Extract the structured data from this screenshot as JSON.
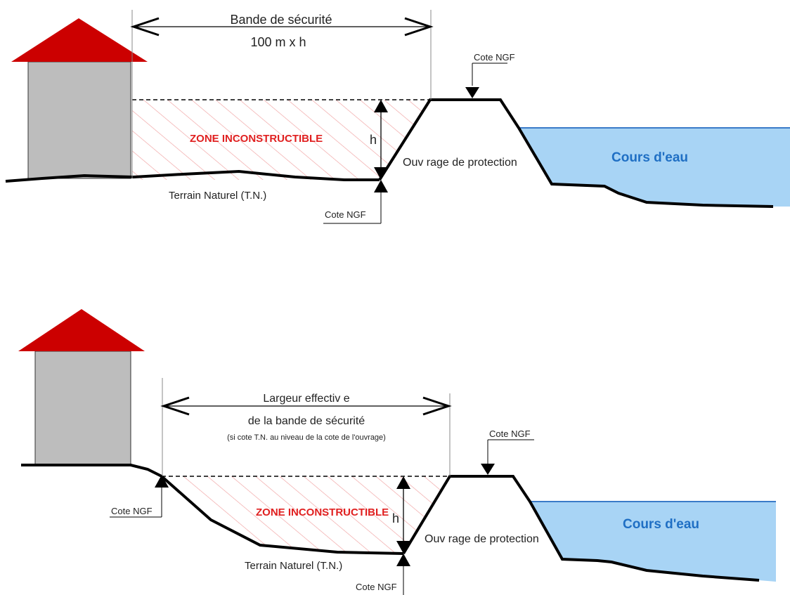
{
  "diagram_top": {
    "bande_title": "Bande de sécurité",
    "bande_formula": "100 m x h",
    "cote_ngf_top": "Cote NGF",
    "cote_ngf_bottom": "Cote NGF",
    "zone_label": "ZONE INCONSTRUCTIBLE",
    "h_label": "h",
    "ouvrage_label": "Ouv rage de protection",
    "cours_eau_label": "Cours d'eau",
    "terrain_label": "Terrain Naturel (T.N.)"
  },
  "diagram_bottom": {
    "largeur_line1": "Largeur effectiv e",
    "largeur_line2": "de la bande de sécurité",
    "largeur_note": "(si cote T.N. au niveau de la cote de l'ouvrage)",
    "cote_ngf_top": "Cote NGF",
    "cote_ngf_left": "Cote NGF",
    "cote_ngf_bottom": "Cote NGF",
    "zone_label": "ZONE INCONSTRUCTIBLE",
    "h_label": "h",
    "ouvrage_label": "Ouv rage de protection",
    "cours_eau_label": "Cours d'eau",
    "terrain_label": "Terrain Naturel (T.N.)"
  },
  "colors": {
    "roof": "#cc0000",
    "wall": "#bdbdbd",
    "water": "#a8d4f5",
    "hatch": "#f0a0a0",
    "zone_text": "#e02020",
    "water_text": "#1f6fc4"
  }
}
